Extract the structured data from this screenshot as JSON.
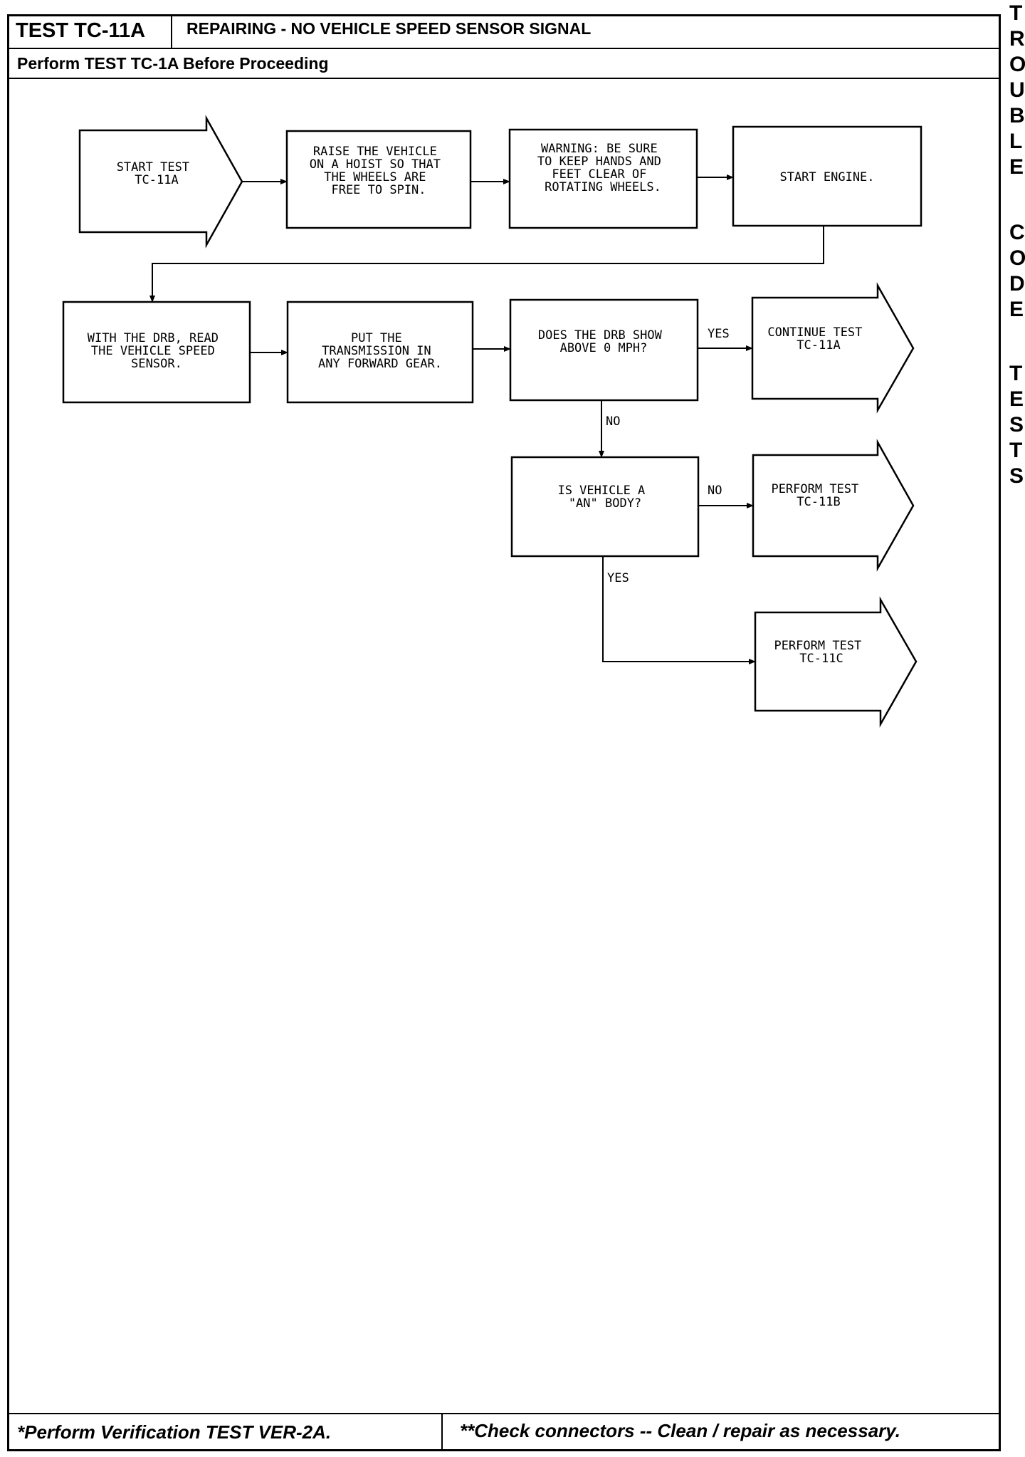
{
  "header": {
    "test_id": "TEST TC-11A",
    "title": "REPAIRING - NO VEHICLE SPEED SENSOR SIGNAL",
    "prerequisite": "Perform TEST TC-1A Before Proceeding"
  },
  "side_tab": [
    "T",
    "R",
    "O",
    "U",
    "B",
    "L",
    "E",
    "C",
    "O",
    "D",
    "E",
    "T",
    "E",
    "S",
    "T",
    "S"
  ],
  "flow": {
    "start": [
      "START TEST",
      "TC-11A"
    ],
    "raise": [
      "RAISE THE VEHICLE",
      "ON A HOIST SO THAT",
      "THE WHEELS ARE",
      "FREE TO SPIN."
    ],
    "warning": [
      "WARNING: BE SURE",
      "TO KEEP HANDS AND",
      "FEET CLEAR OF",
      "ROTATING WHEELS."
    ],
    "start_engine": [
      "START ENGINE."
    ],
    "read_vss": [
      "WITH THE DRB, READ",
      "THE VEHICLE SPEED",
      "SENSOR."
    ],
    "put_gear": [
      "PUT THE",
      "TRANSMISSION IN",
      "ANY FORWARD GEAR."
    ],
    "question_mph": [
      "DOES THE DRB SHOW",
      "ABOVE 0 MPH?"
    ],
    "continue": [
      "CONTINUE TEST",
      "TC-11A"
    ],
    "question_body": [
      "IS VEHICLE A",
      "\"AN\" BODY?"
    ],
    "perform_b": [
      "PERFORM TEST",
      "TC-11B"
    ],
    "perform_c": [
      "PERFORM TEST",
      "TC-11C"
    ],
    "label_yes": "YES",
    "label_no": "NO"
  },
  "footer": {
    "left": "*Perform Verification TEST VER-2A.",
    "right": "**Check connectors -- Clean / repair as necessary."
  }
}
